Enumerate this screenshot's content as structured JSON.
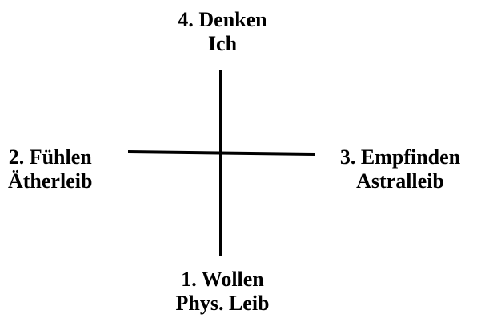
{
  "diagram": {
    "top": {
      "line1": "4. Denken",
      "line2": "Ich"
    },
    "left": {
      "line1": "2. Fühlen",
      "line2": "Ätherleib"
    },
    "right": {
      "line1": "3. Empfinden",
      "line2": "Astralleib"
    },
    "bottom": {
      "line1": "1. Wollen",
      "line2": "Phys. Leib"
    }
  },
  "colors": {
    "line": "#000000",
    "text": "#000000",
    "background": "#ffffff"
  }
}
